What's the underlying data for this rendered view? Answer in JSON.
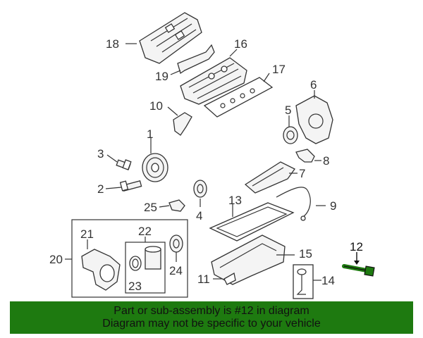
{
  "callouts": {
    "c1": "1",
    "c2": "2",
    "c3": "3",
    "c4": "4",
    "c5": "5",
    "c6": "6",
    "c7": "7",
    "c8": "8",
    "c9": "9",
    "c10": "10",
    "c11": "11",
    "c12": "12",
    "c13": "13",
    "c14": "14",
    "c15": "15",
    "c16": "16",
    "c17": "17",
    "c18": "18",
    "c19": "19",
    "c20": "20",
    "c21": "21",
    "c22": "22",
    "c23": "23",
    "c24": "24",
    "c25": "25"
  },
  "highlight_color": "#1e7a10",
  "banner": {
    "line1": "Part or sub-assembly is #12 in diagram",
    "line2": "Diagram may not be specific to your vehicle"
  }
}
